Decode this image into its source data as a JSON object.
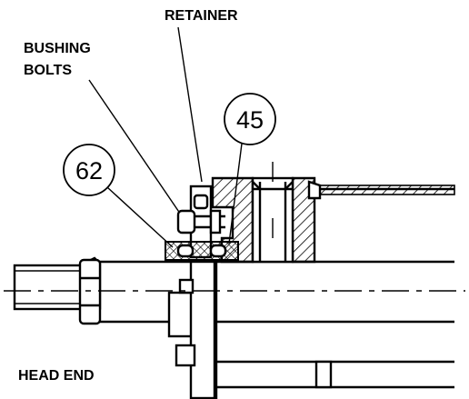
{
  "labels": {
    "retainer": "RETAINER",
    "bushing": "BUSHING",
    "bolts": "BOLTS",
    "head_end": "HEAD END"
  },
  "callouts": {
    "c45": "45",
    "c62": "62"
  }
}
